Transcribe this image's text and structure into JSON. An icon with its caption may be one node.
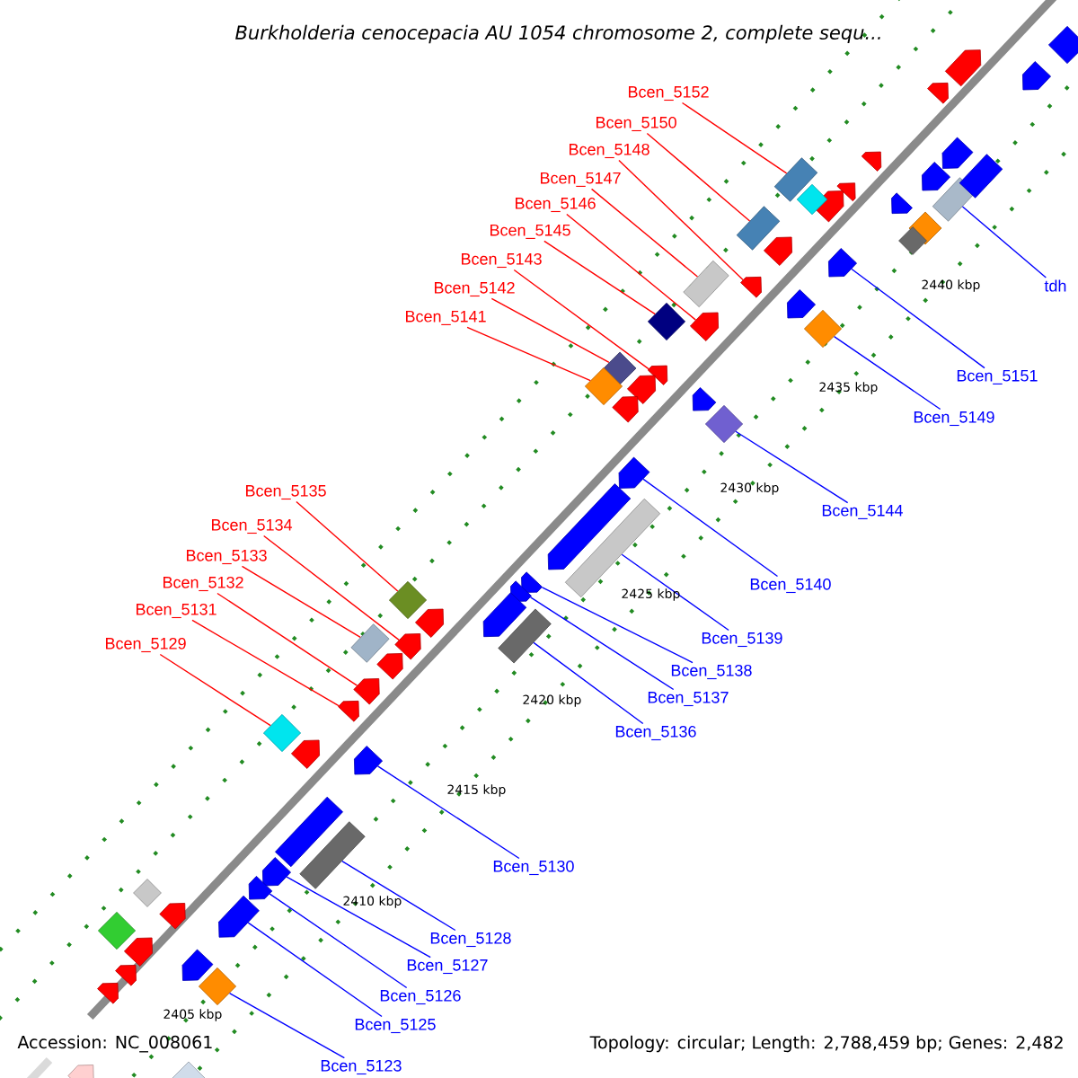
{
  "diagram": {
    "title": "Burkholderia cenocepacia AU 1054 chromosome 2, complete sequ...",
    "nodes": [
      {
        "text": [
          "Bcen_5152"
        ]
      },
      {
        "text": [
          "Bcen_5150"
        ]
      },
      {
        "text": [
          "Bcen_5148"
        ]
      },
      {
        "text": [
          "Bcen_5147"
        ]
      },
      {
        "text": [
          "Bcen_5146"
        ]
      },
      {
        "text": [
          "Bcen_5145"
        ]
      },
      {
        "text": [
          "Bcen_5143"
        ]
      },
      {
        "text": [
          "Bcen_5142"
        ]
      },
      {
        "text": [
          "Bcen_5141"
        ]
      },
      {
        "text": [
          "tdh"
        ]
      },
      {
        "text": [
          "Bcen_5151"
        ]
      },
      {
        "text": [
          "Bcen_5149"
        ]
      },
      {
        "text": [
          "Bcen_5144"
        ]
      },
      {
        "text": [
          "Bcen_5140"
        ]
      },
      {
        "text": [
          "Bcen_5139"
        ]
      },
      {
        "text": [
          "Bcen_5138"
        ]
      },
      {
        "text": [
          "Bcen_5137"
        ]
      },
      {
        "text": [
          "Bcen_5136"
        ]
      },
      {
        "text": [
          "Bcen_5135"
        ]
      },
      {
        "text": [
          "Bcen_5134"
        ]
      },
      {
        "text": [
          "Bcen_5133"
        ]
      },
      {
        "text": [
          "Bcen_5132"
        ]
      },
      {
        "text": [
          "Bcen_5131"
        ]
      },
      {
        "text": [
          "Bcen_5129"
        ]
      },
      {
        "text": [
          "Bcen_5130"
        ]
      },
      {
        "text": [
          "Bcen_5128"
        ]
      },
      {
        "text": [
          "Bcen_5127"
        ]
      },
      {
        "text": [
          "Bcen_5126"
        ]
      },
      {
        "text": [
          "Bcen_5125"
        ]
      },
      {
        "text": [
          "Bcen_5123"
        ]
      },
      {
        "text": [],
        "shape": "box"
      },
      {
        "text": [],
        "shape": "box"
      },
      {
        "text": [],
        "shape": "pentagon"
      },
      {
        "text": [],
        "shape": "box"
      },
      {
        "text": [],
        "shape": "pentagon"
      },
      {
        "text": [],
        "shape": "diamond"
      },
      {
        "text": [],
        "shape": "pentagon"
      },
      {
        "text": [],
        "shape": "diamond"
      },
      {
        "text": [],
        "shape": "diamond"
      },
      {
        "text": [],
        "shape": "box"
      },
      {
        "text": [],
        "shape": "pentagon"
      },
      {
        "text": [],
        "shape": "diamond"
      },
      {
        "text": [],
        "shape": "diamond"
      },
      {
        "text": [],
        "shape": "pentagon"
      },
      {
        "text": [],
        "shape": "box"
      },
      {
        "text": [],
        "shape": "pentagon"
      },
      {
        "text": [],
        "shape": "pentagon"
      },
      {
        "text": [],
        "shape": "box"
      },
      {
        "text": [],
        "shape": "diamond"
      },
      {
        "text": [],
        "shape": "pentagon"
      },
      {
        "text": [],
        "shape": "box"
      },
      {
        "text": [],
        "shape": "pentagon"
      },
      {
        "text": [],
        "shape": "pentagon"
      },
      {
        "text": [],
        "shape": "diamond"
      },
      {
        "text": [],
        "shape": "pentagon"
      },
      {
        "text": [],
        "shape": "box"
      },
      {
        "text": [],
        "shape": "pentagon"
      },
      {
        "text": [],
        "shape": "pentagon"
      },
      {
        "text": [],
        "shape": "pentagon"
      },
      {
        "text": [],
        "shape": "diamond"
      },
      {
        "text": [],
        "shape": "pentagon"
      },
      {
        "text": [],
        "shape": "pentagon"
      },
      {
        "text": [],
        "shape": "pentagon"
      },
      {
        "text": [],
        "shape": "pentagon"
      },
      {
        "text": [],
        "shape": "pentagon"
      },
      {
        "text": [],
        "shape": "diamond"
      },
      {
        "text": [],
        "shape": "pentagon"
      },
      {
        "text": [],
        "shape": "pentagon"
      },
      {
        "text": [],
        "shape": "pentagon"
      },
      {
        "text": [],
        "shape": "pentagon"
      },
      {
        "text": [],
        "shape": "pentagon"
      },
      {
        "text": [],
        "shape": "pentagon"
      },
      {
        "text": [],
        "shape": "diamond"
      },
      {
        "text": [],
        "shape": "pentagon"
      },
      {
        "text": [],
        "shape": "diamond"
      },
      {
        "text": [],
        "shape": "pentagon"
      },
      {
        "text": [],
        "shape": "pentagon"
      },
      {
        "text": [],
        "shape": "pentagon"
      },
      {
        "text": [],
        "shape": "pentagon"
      },
      {
        "text": [],
        "shape": "diamond"
      },
      {
        "text": [],
        "shape": "pentagon"
      },
      {
        "text": [],
        "shape": "pentagon"
      },
      {
        "text": [],
        "shape": "box"
      },
      {
        "text": [],
        "shape": "pentagon"
      },
      {
        "text": [],
        "shape": "diamond"
      },
      {
        "text": [],
        "shape": "diamond"
      },
      {
        "text": [],
        "shape": "pentagon"
      },
      {
        "text": [],
        "shape": "pentagon"
      },
      {
        "text": [],
        "shape": "pentagon"
      },
      {
        "text": [],
        "shape": "pentagon"
      },
      {
        "text": [],
        "shape": "box"
      },
      {
        "text": [],
        "shape": "pentagon"
      },
      {
        "text": [],
        "shape": "diamond"
      },
      {
        "text": [],
        "shape": "pentagon"
      }
    ],
    "edges": [
      {
        "from": 0,
        "to": 30,
        "arrow": "none",
        "color": "#ff0000"
      },
      {
        "from": 1,
        "to": 31,
        "arrow": "none",
        "color": "#ff0000"
      },
      {
        "from": 2,
        "to": 32,
        "arrow": "none",
        "color": "#ff0000"
      },
      {
        "from": 3,
        "to": 33,
        "arrow": "none",
        "color": "#ff0000"
      },
      {
        "from": 4,
        "to": 34,
        "arrow": "none",
        "color": "#ff0000"
      },
      {
        "from": 5,
        "to": 35,
        "arrow": "none",
        "color": "#ff0000"
      },
      {
        "from": 6,
        "to": 36,
        "arrow": "none",
        "color": "#ff0000"
      },
      {
        "from": 7,
        "to": 37,
        "arrow": "none",
        "color": "#ff0000"
      },
      {
        "from": 8,
        "to": 38,
        "arrow": "none",
        "color": "#ff0000"
      },
      {
        "from": 9,
        "to": 39,
        "arrow": "none",
        "color": "#0000ff"
      },
      {
        "from": 10,
        "to": 40,
        "arrow": "none",
        "color": "#0000ff"
      },
      {
        "from": 11,
        "to": 41,
        "arrow": "none",
        "color": "#0000ff"
      },
      {
        "from": 12,
        "to": 42,
        "arrow": "none",
        "color": "#0000ff"
      },
      {
        "from": 13,
        "to": 43,
        "arrow": "none",
        "color": "#0000ff"
      },
      {
        "from": 14,
        "to": 44,
        "arrow": "none",
        "color": "#0000ff"
      },
      {
        "from": 15,
        "to": 45,
        "arrow": "none",
        "color": "#0000ff"
      },
      {
        "from": 16,
        "to": 46,
        "arrow": "none",
        "color": "#0000ff"
      },
      {
        "from": 17,
        "to": 47,
        "arrow": "none",
        "color": "#0000ff"
      },
      {
        "from": 18,
        "to": 48,
        "arrow": "none",
        "color": "#ff0000"
      },
      {
        "from": 19,
        "to": 49,
        "arrow": "none",
        "color": "#ff0000"
      },
      {
        "from": 20,
        "to": 50,
        "arrow": "none",
        "color": "#ff0000"
      },
      {
        "from": 21,
        "to": 51,
        "arrow": "none",
        "color": "#ff0000"
      },
      {
        "from": 22,
        "to": 52,
        "arrow": "none",
        "color": "#ff0000"
      },
      {
        "from": 23,
        "to": 53,
        "arrow": "none",
        "color": "#ff0000"
      },
      {
        "from": 24,
        "to": 54,
        "arrow": "none",
        "color": "#0000ff"
      },
      {
        "from": 25,
        "to": 55,
        "arrow": "none",
        "color": "#0000ff"
      },
      {
        "from": 26,
        "to": 56,
        "arrow": "none",
        "color": "#0000ff"
      },
      {
        "from": 27,
        "to": 57,
        "arrow": "none",
        "color": "#0000ff"
      },
      {
        "from": 28,
        "to": 58,
        "arrow": "none",
        "color": "#0000ff"
      },
      {
        "from": 29,
        "to": 59,
        "arrow": "none",
        "color": "#0000ff"
      }
    ],
    "labels": [
      "2440 kbp",
      "2435 kbp",
      "2430 kbp",
      "2425 kbp",
      "2420 kbp",
      "2415 kbp",
      "2410 kbp",
      "2405 kbp",
      "Accession: NC_008061",
      "Topology: circular; Length: 2,788,459 bp; Genes: 2,482"
    ]
  }
}
